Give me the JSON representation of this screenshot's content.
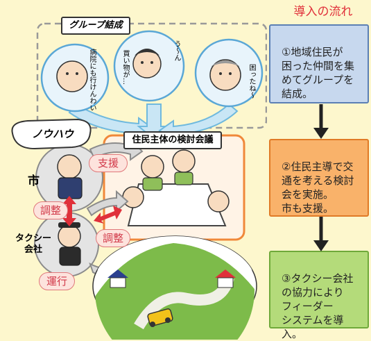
{
  "flow": {
    "title": "導入の流れ",
    "steps": [
      {
        "text": "①地域住民が\n困った仲間を集\nめてグループを\n結成。",
        "bg": "#c7d8ee",
        "border": "#5b7fb4"
      },
      {
        "text": "②住民主導で交\n通を考える検討\n会を実施。\n市も支援。",
        "bg": "#f9b26a",
        "border": "#e07a26"
      },
      {
        "text": "③タクシー会社\nの協力により\nフィーダー\nシステムを導入。",
        "bg": "#b4db7a",
        "border": "#6fa93a"
      }
    ]
  },
  "illustration": {
    "group_label": "グループ結成",
    "bubbles": {
      "hospital": "病院にも行けんわい",
      "shopping": "買い物が…",
      "thinking": "う～ん",
      "trouble": "困ったね～"
    },
    "meeting_label": "住民主体の検討会議",
    "knowhow": "ノウハウ",
    "city": "市",
    "taxi_company": "タクシー\n会社",
    "support": "支援",
    "coordinate_1": "調整",
    "coordinate_2": "調整",
    "operate": "運行"
  },
  "colors": {
    "background": "#fdf7cd",
    "arrow_fill": "#c9e6f5",
    "arrow_stroke": "#6fb9de",
    "red_arrow": "#e0303a",
    "meeting_border": "#f0883a",
    "title_red": "#e0303a"
  }
}
